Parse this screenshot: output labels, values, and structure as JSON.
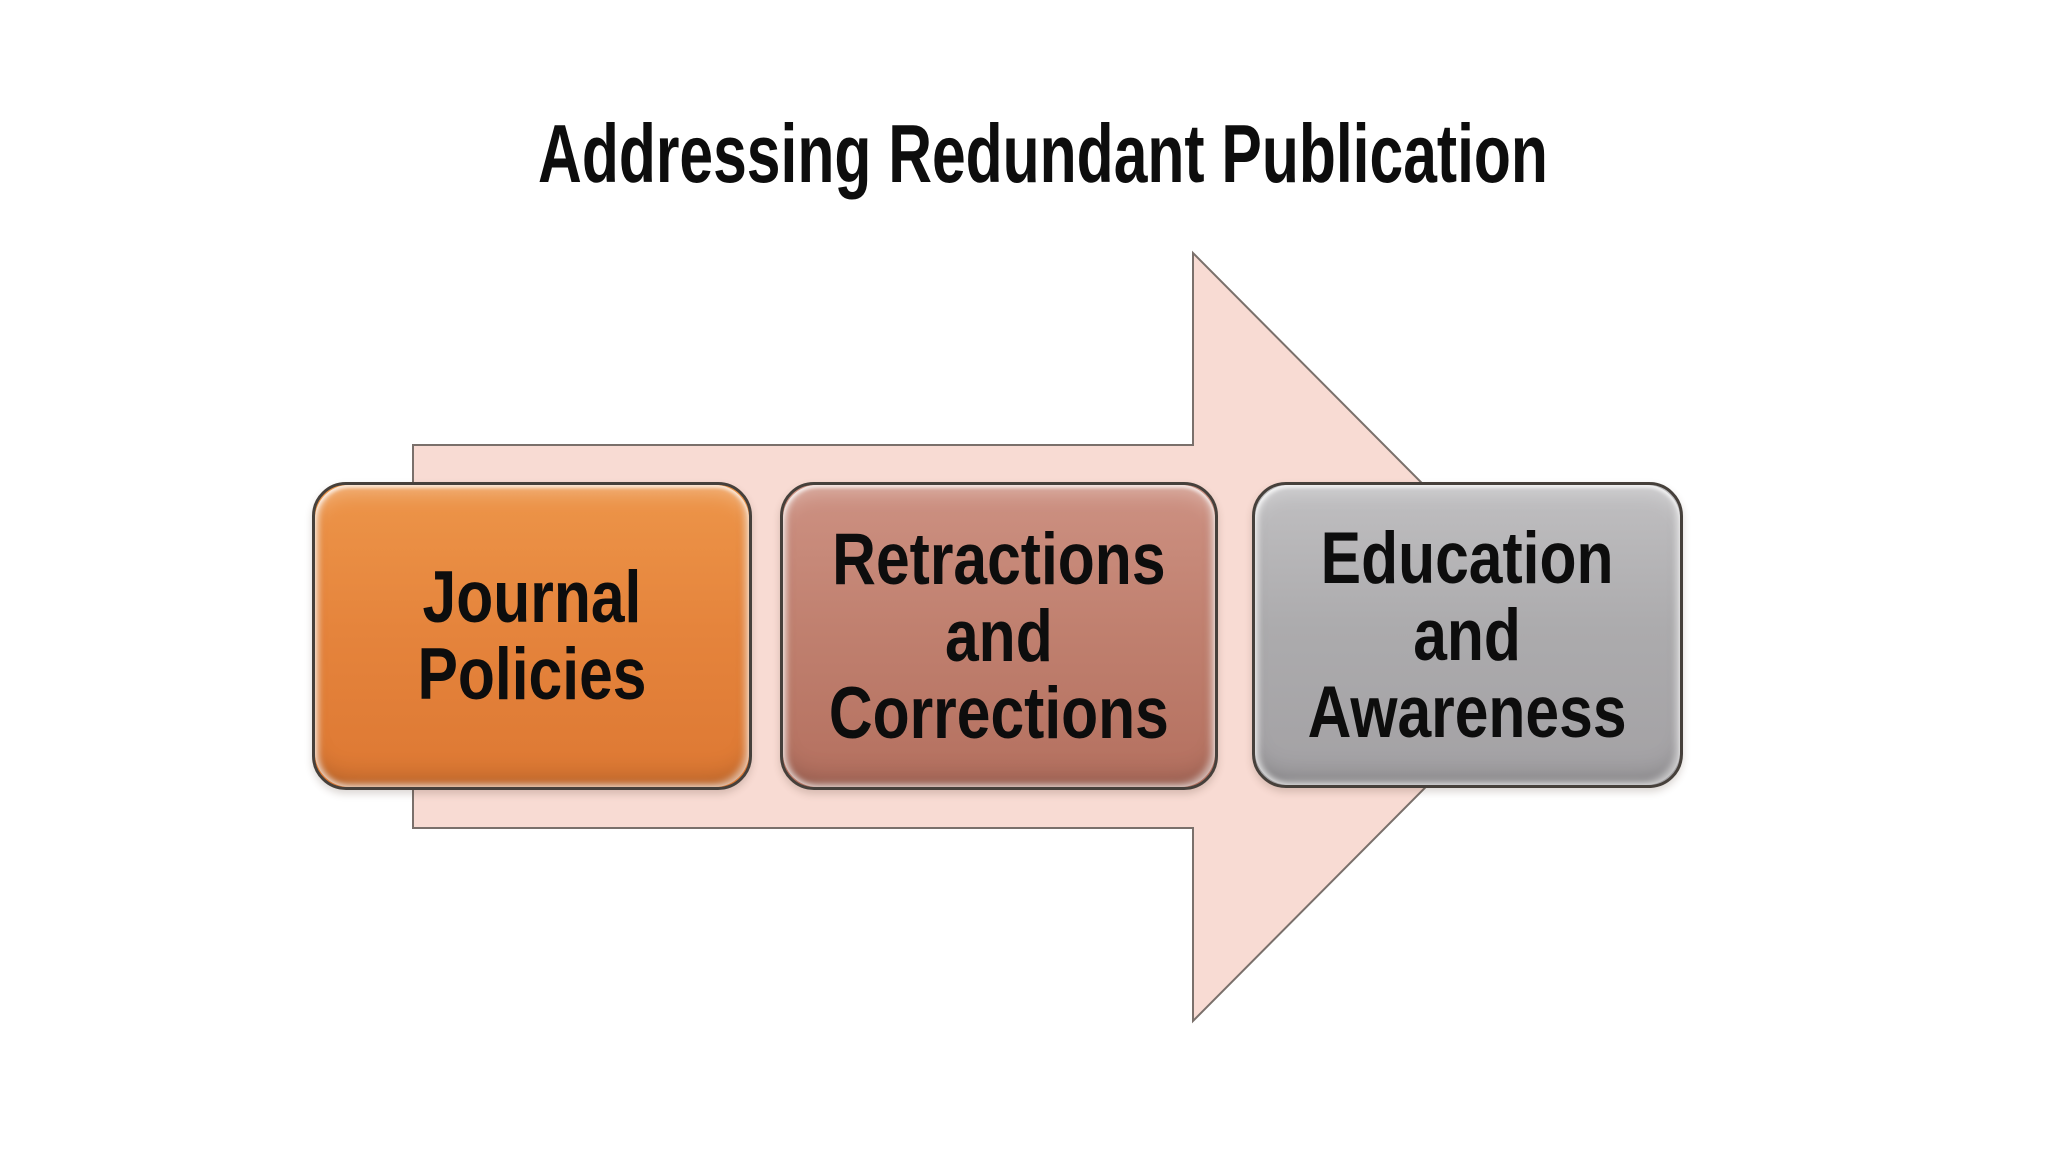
{
  "title": "Addressing Redundant Publication",
  "diagram": {
    "type": "horizontal-process-arrow",
    "direction": "right",
    "steps": [
      {
        "id": "journal-policies",
        "label": "Journal\nPolicies"
      },
      {
        "id": "retractions-and-corrections",
        "label": "Retractions\nand\nCorrections"
      },
      {
        "id": "education-and-awareness",
        "label": "Education\nand\nAwareness"
      }
    ]
  },
  "colors": {
    "background": "#ffffff",
    "text_color": "#0d0d0d",
    "arrow_fill": "#f8dbd3",
    "arrow_stroke": "#7a706b",
    "box_border": "#46403b",
    "step1_top": "#ed9549",
    "step1_mid": "#e5843c",
    "step1_bottom": "#dd7833",
    "step2_top": "#cd9182",
    "step2_mid": "#c0806f",
    "step2_bottom": "#b4705f",
    "step3_top": "#c0bfc1",
    "step3_mid": "#acabad",
    "step3_bottom": "#a3a1a4"
  }
}
